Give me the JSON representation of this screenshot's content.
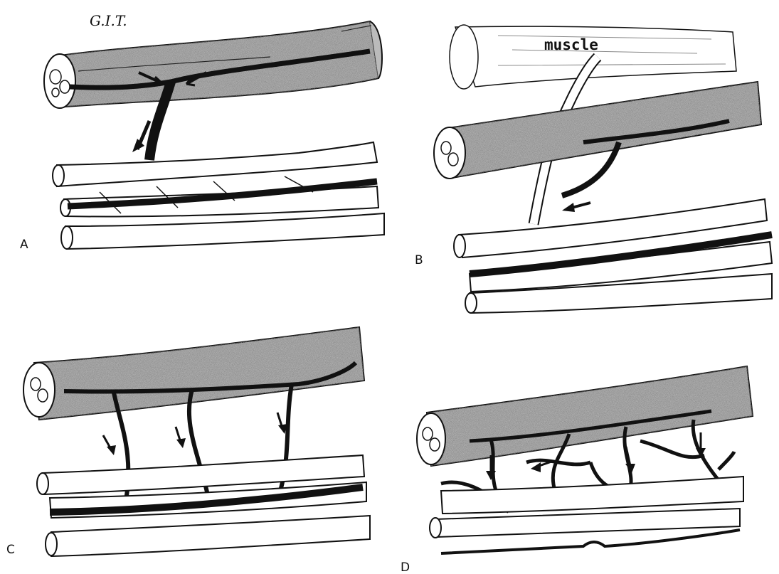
{
  "signature": "G.I.T.",
  "panels": [
    {
      "letter": "A"
    },
    {
      "letter": "B",
      "label": "muscle"
    },
    {
      "letter": "C"
    },
    {
      "letter": "D"
    }
  ],
  "colors": {
    "nerve_fill": "#9a9a9a",
    "vessel": "#111111",
    "outline": "#111111",
    "background": "#ffffff"
  }
}
